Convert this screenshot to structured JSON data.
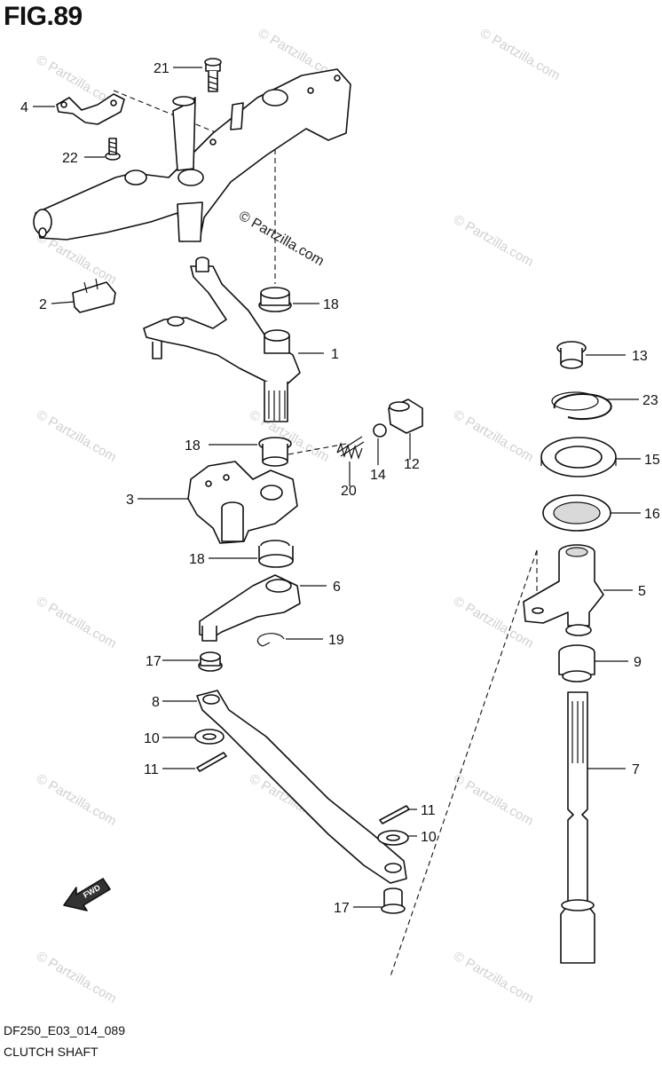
{
  "figure": {
    "title": "FIG.89",
    "code": "DF250_E03_014_089",
    "caption": "CLUTCH SHAFT",
    "watermark": "© Partzilla.com",
    "fwd_label": "FWD"
  },
  "callouts": [
    "21",
    "4",
    "22",
    "2",
    "18",
    "1",
    "13",
    "23",
    "15",
    "16",
    "18",
    "14",
    "20",
    "12",
    "3",
    "18",
    "6",
    "5",
    "17",
    "19",
    "9",
    "8",
    "10",
    "11",
    "7",
    "11",
    "10",
    "17"
  ]
}
